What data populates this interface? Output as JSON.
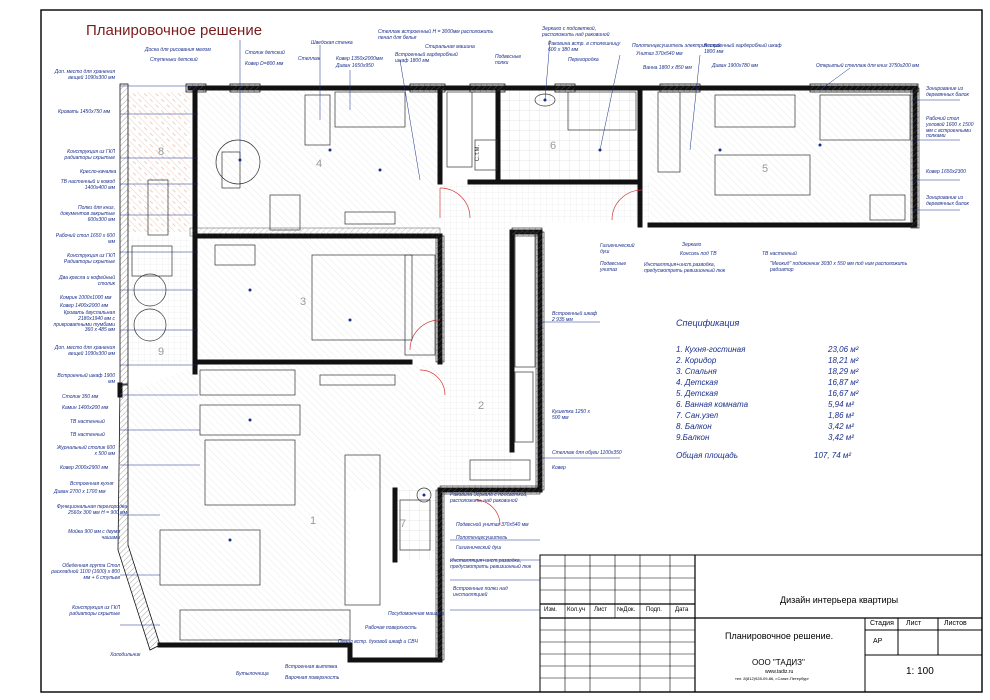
{
  "title": "Планировочное решение",
  "spec": {
    "heading": "Спецификация",
    "rows": [
      {
        "name": "1. Кухня-гостиная",
        "area": "23,06 м²"
      },
      {
        "name": "2. Коридор",
        "area": "18,21 м²"
      },
      {
        "name": "3. Спальня",
        "area": "18,29 м²"
      },
      {
        "name": "4. Детская",
        "area": "16,87 м²"
      },
      {
        "name": "5. Детская",
        "area": "16,67 м²"
      },
      {
        "name": "6. Ванная комната",
        "area": "5,94 м²"
      },
      {
        "name": "7. Сан.узел",
        "area": "1,86 м²"
      },
      {
        "name": "8. Балкон",
        "area": "3,42 м²"
      },
      {
        "name": "9.Балкон",
        "area": "3,42 м²"
      }
    ],
    "total_label": "Общая площадь",
    "total_value": "107, 74 м²"
  },
  "stamp": {
    "headers": [
      "Изм.",
      "Кол.уч",
      "Лист",
      "№Док.",
      "Подп.",
      "Дата"
    ],
    "project": "Дизайн интерьера квартиры",
    "sheet_name": "Планировочное решение.",
    "stage_label": "Стадия",
    "sheet_label": "Лист",
    "sheets_label": "Листов",
    "stage_value": "АР",
    "company": "ООО \"ТАДИЗ\"",
    "website": "www.tadiz.ru",
    "contacts": "тел. 8(812)928-09-86, г.Санкт-Петербург",
    "scale": "1: 100"
  },
  "rooms": {
    "r1": "1",
    "r2": "2",
    "r3": "3",
    "r4": "4",
    "r5": "5",
    "r6": "6",
    "r7": "7",
    "r8": "8",
    "r9": "9",
    "cm": "С.т.М."
  },
  "notes_left": [
    "Доп. место для хранения вещей 1090х300 мм",
    "Кровать 1450х750 мм",
    "Конструкция из ГКЛ радиаторы скрытые",
    "Кресло-качалка",
    "ТВ настенный и комод 1400х400 мм",
    "Полки для книг, документов закрытые 600х300 мм",
    "Рабочий стол 1650 х 600 мм",
    "Конструкция из ГКЛ Радиаторы скрытые",
    "Два кресла и кофейный столик",
    "Комрик 1000х1000 мм",
    "Ковер 1400х2000 мм",
    "Кровать двуспальная 2180х1940 мм с прикроватными тумбами 360 х 485 мм",
    "Доп. место для хранения вещей 1090х300 мм",
    "Встроенный шкаф 1900 мм",
    "Столик 350 мм",
    "Камин 1400х200 мм",
    "ТВ настенный",
    "ТВ настенный",
    "Журнальный столик 600 х 500 мм",
    "Ковер 2000х2900 мм",
    "Встроенная кухня",
    "Диван 2700 х 1700 мм",
    "Функциональная перегородка 2560х 300 мм H = 900 мм",
    "Мойка 900 мм с двумя чашами",
    "Обеденная группа Стол раскладной 1100 (1600) х 800 мм + 6 стульев",
    "Конструкция из ГКЛ радиаторы скрытые",
    "Холодильник",
    "Бутылочница",
    "Встроенная вытяжка",
    "Варочная поверхность",
    "Пенал встр. духовой шкаф и СВЧ",
    "Рабочая поверхность",
    "Посудомоечная машина"
  ],
  "notes_top": [
    "Доска для рисования мелом",
    "Столик детский",
    "Ступеньки детский",
    "Ковер D=800 мм",
    "Шведская стенка",
    "Стеллаж",
    "Ковер 1350х2000мм",
    "Диван 1650х950",
    "Стеллаж встроенный H = 3000мм расположить пенал для белья",
    "Стиральная машина",
    "Встроенный гардеробный шкаф 1800 мм",
    "Подвесные полки",
    "Зеркало с подсветкой, расположить над раковиной",
    "Раковина встр. в столешницу 600 х 380 мм",
    "Перегородка",
    "Полотенцесушитель электрический",
    "Унитаз 370х540 мм",
    "Ванна 1800 х 850 мм",
    "Встроенный гардеробный шкаф 1800 мм",
    "Диван 1900х780 мм",
    "Открытый стеллаж для книг 3750х200 мм"
  ],
  "notes_right": [
    "Зонирование из деревянных балок",
    "Рабочий стол угловой 1600 х 1500 мм с встроенными полками",
    "Ковер 1650х2300",
    "Зонирование из деревянных балок",
    "Гигиенический душ",
    "Подвесные унитаз",
    "Инсталляция+инст.разводка, предусмотреть ревизионный люк",
    "Зеркало",
    "Консоль под ТВ",
    "ТВ настенный",
    "\"Меокид\" подоконник 3030 х 550 мм под ним расположить радиатор",
    "Встроенный шкаф 2 935 мм",
    "Кушетка 1250 х 500 мм",
    "Стеллаж для обуви 1100х350",
    "Ковер",
    "Раковина Зеркало с подсветкой, расположить над раковиной",
    "Подвесной унитаз 370х540 мм",
    "Полотенцесушитель",
    "Гигиенический душ",
    "Инсталляция+инст.разводка, предусмотреть ревизионный люк",
    "Встроенные полки над инсталляцией"
  ],
  "colors": {
    "wall": "#111111",
    "annotation": "#1a2f8c",
    "title": "#7a1c1c",
    "door": "#d03a3a"
  }
}
